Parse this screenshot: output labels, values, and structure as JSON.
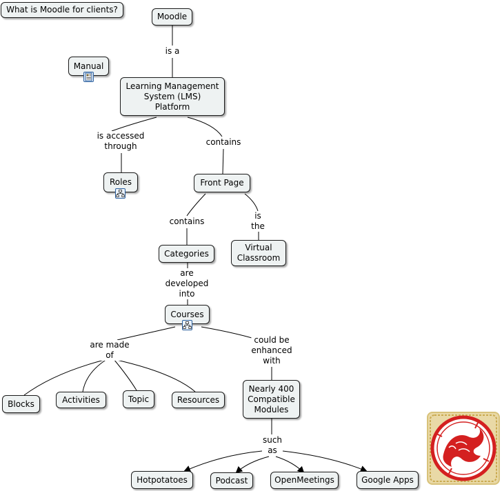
{
  "title": "What is Moodle for clients?",
  "nodes": {
    "moodle": "Moodle",
    "manual": "Manual",
    "lms": "Learning Management\nSystem (LMS)\nPlatform",
    "roles": "Roles",
    "front_page": "Front Page",
    "categories": "Categories",
    "virtual_classroom": "Virtual\nClassroom",
    "courses": "Courses",
    "blocks": "Blocks",
    "activities": "Activities",
    "topic": "Topic",
    "resources": "Resources",
    "modules": "Nearly 400\nCompatible\nModules",
    "hotpotatoes": "Hotpotatoes",
    "podcast": "Podcast",
    "openmeetings": "OpenMeetings",
    "google_apps": "Google Apps"
  },
  "links": {
    "is_a": "is a",
    "accessed_through": "is accessed\nthrough",
    "contains_1": "contains",
    "contains_2": "contains",
    "is_the": "is\nthe",
    "developed_into": "are\ndeveloped\ninto",
    "made_of": "are made\nof",
    "enhanced_with": "could be\nenhanced\nwith",
    "such_as": "such\nas"
  },
  "icons": {
    "manual_badge": "document-icon",
    "roles_badge": "submap-icon",
    "courses_badge": "submap-icon",
    "stamp": "dragon-seal-icon"
  },
  "colors": {
    "node_fill": "#eef2f2",
    "node_border": "#1a1a1a",
    "seal_red": "#d42020",
    "seal_gold": "#e9d9a6"
  }
}
